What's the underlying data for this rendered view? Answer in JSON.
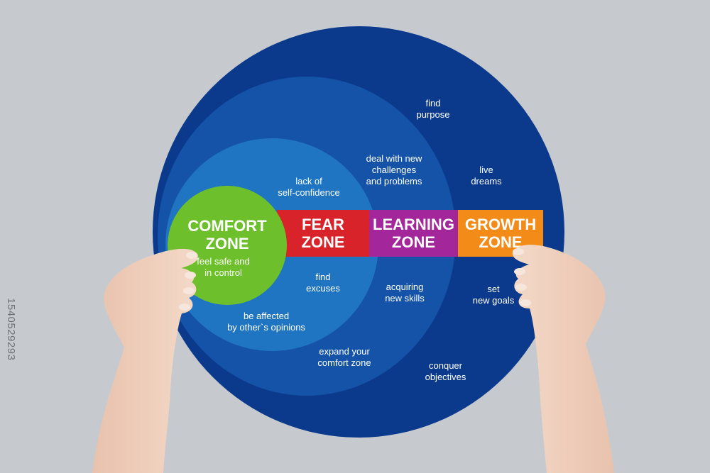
{
  "colors": {
    "background": "#c6cacf",
    "growth_circle": "#0b3a8c",
    "learning_circle": "#1453a8",
    "fear_circle": "#1f75c2",
    "comfort_circle": "#6dc02b",
    "fear_band": "#d8232a",
    "learning_band": "#a3269a",
    "growth_band": "#f28b17"
  },
  "zones": {
    "comfort": "COMFORT\nZONE",
    "fear": "FEAR\nZONE",
    "learning": "LEARNING\nZONE",
    "growth": "GROWTH\nZONE"
  },
  "notes": {
    "find_purpose": "find\npurpose",
    "deal_with_new": "deal with new\nchallenges\nand problems",
    "live_dreams": "live\ndreams",
    "lack_of_confidence": "lack of\nself-confidence",
    "feel_safe": "feel safe and\nin control",
    "find_excuses": "find\nexcuses",
    "acquiring_skills": "acquiring\nnew skills",
    "set_goals": "set\nnew goals",
    "affected_by_opinions": "be affected\nby other`s opinions",
    "expand_comfort_zone": "expand your\ncomfort zone",
    "conquer_objectives": "conquer\nobjectives"
  },
  "stock_id": "1540529293"
}
